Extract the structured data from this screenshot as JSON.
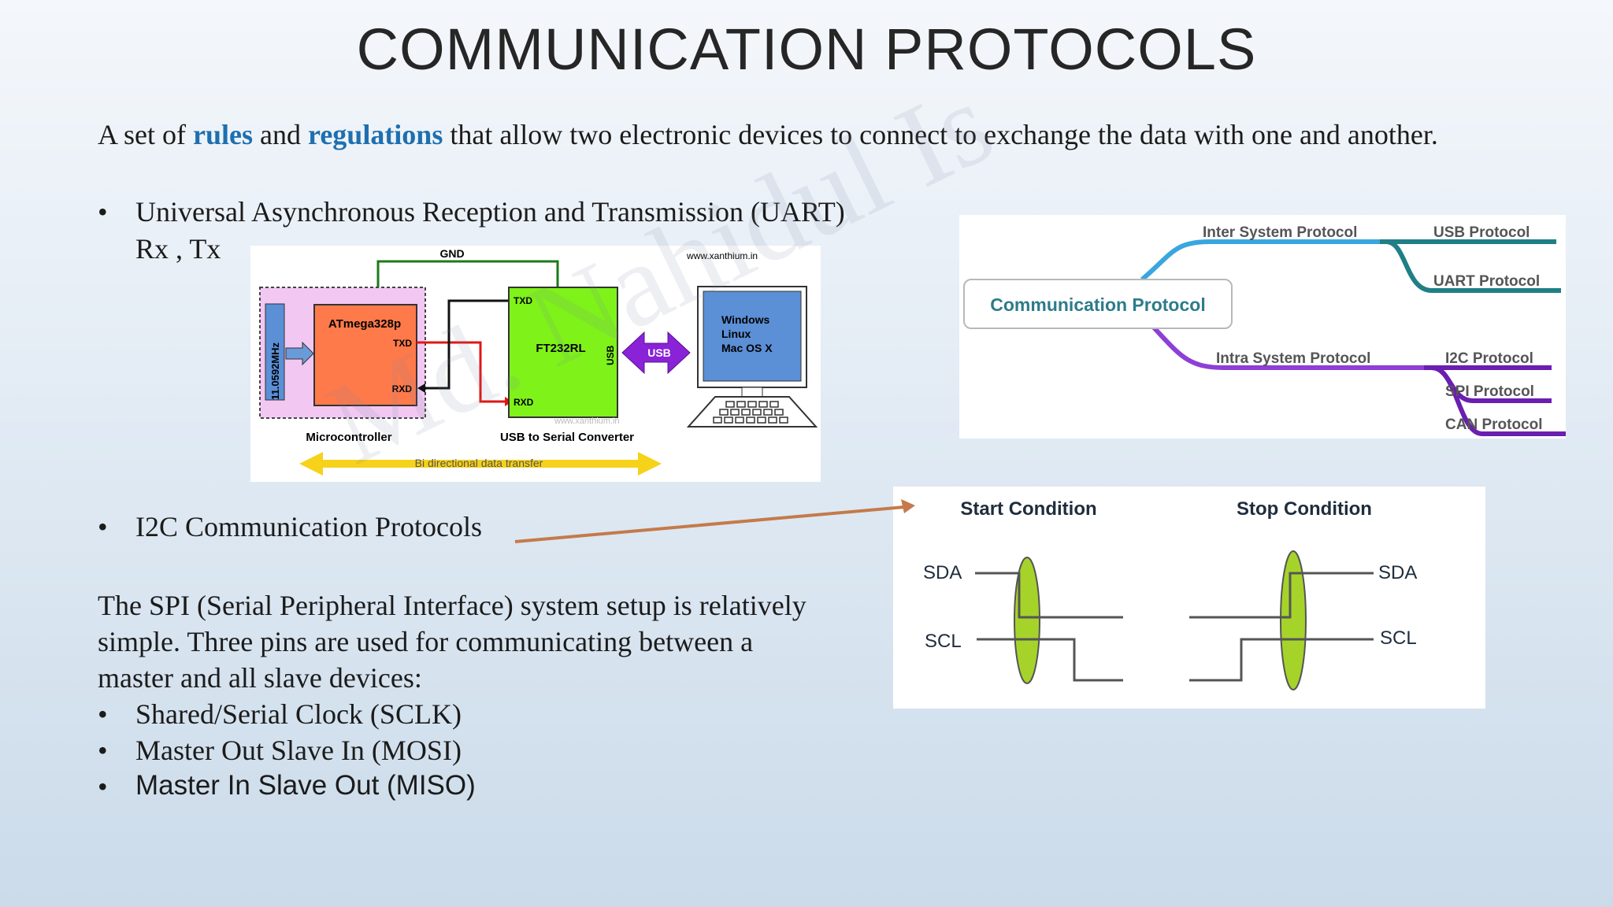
{
  "title": "COMMUNICATION PROTOCOLS",
  "intro": {
    "part1": "A set of ",
    "rules": "rules",
    "part2": " and ",
    "regulations": "regulations",
    "part3": " that allow two electronic devices to connect to exchange the data with one and another."
  },
  "bullet_glyph": "•",
  "bullets": {
    "uart": "Universal Asynchronous Reception and Transmission (UART)",
    "uart_sub": "Rx , Tx",
    "i2c": "I2C Communication Protocols"
  },
  "spi": {
    "paragraph": "The SPI (Serial Peripheral Interface) system setup is relatively simple. Three pins are used for communicating between a master and all slave devices:",
    "items": [
      "Shared/Serial Clock (SCLK)",
      "Master Out Slave In (MOSI)",
      "Master In Slave Out (MISO)"
    ]
  },
  "uart_diagram": {
    "gnd": "GND",
    "site": "www.xanthium.in",
    "site_faint": "www.xanthium.in",
    "crystal": "11.0592MHz",
    "mcu": "ATmega328p",
    "mcu_txd": "TXD",
    "mcu_rxd": "RXD",
    "ftdi": "FT232RL",
    "ftdi_txd": "TXD",
    "ftdi_rxd": "RXD",
    "usb_vertical": "USB",
    "usb_arrow": "USB",
    "pc_os": [
      "Windows",
      "Linux",
      "Mac OS X"
    ],
    "label_mcu": "Microcontroller",
    "label_converter": "USB to Serial Converter",
    "bidir": "Bi directional data transfer"
  },
  "mindmap": {
    "root": "Communication Protocol",
    "inter": "Inter System Protocol",
    "intra": "Intra System Protocol",
    "usb": "USB Protocol",
    "uart": "UART Protocol",
    "i2c": "I2C Protocol",
    "spi": "SPI Protocol",
    "can": "CAN Protocol"
  },
  "i2c_diagram": {
    "start": "Start Condition",
    "stop": "Stop Condition",
    "sda_left": "SDA",
    "scl_left": "SCL",
    "sda_right": "SDA",
    "scl_right": "SCL"
  },
  "watermark": "Md. Nahidul Is",
  "colors": {
    "highlight": "#1e6fb0",
    "inter_branch": "#3aa6df",
    "inter_leaf": "#1f7f86",
    "intra_branch": "#8e3fd6",
    "intra_leaf": "#6a1fb0",
    "annotation_arrow": "#c47a4a",
    "ellipse_fill": "#a6d32a",
    "mcu_box": "#ff7a4a",
    "ftdi_box": "#7ff21a",
    "pc_screen": "#5b8fd6"
  }
}
